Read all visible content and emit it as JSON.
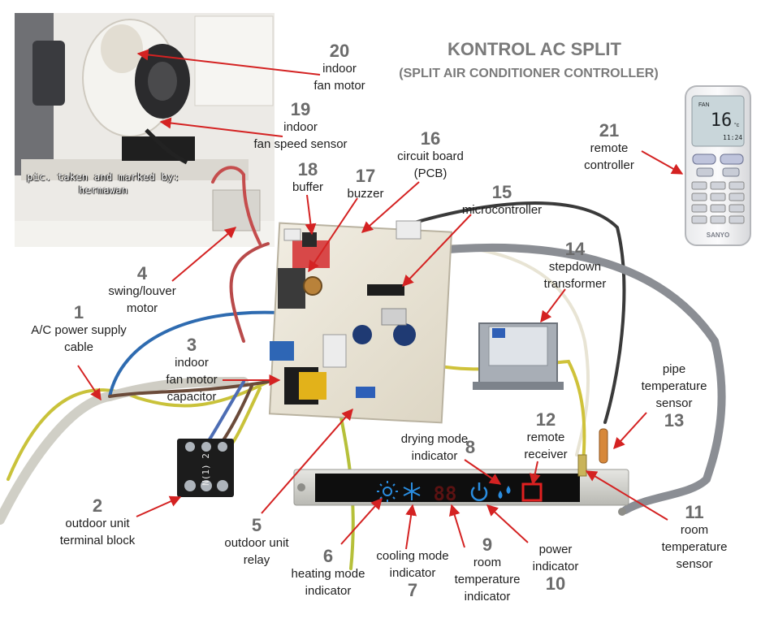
{
  "title": "KONTROL AC SPLIT",
  "subtitle": "(SPLIT AIR CONDITIONER CONTROLLER)",
  "credit": [
    "pic. taken and marked by:",
    "hermawan"
  ],
  "labels": [
    {
      "num": "1",
      "text": "A/C power supply",
      "text2": "cable"
    },
    {
      "num": "2",
      "text": "outdoor unit",
      "text2": "terminal block"
    },
    {
      "num": "3",
      "text": "indoor",
      "text2": "fan motor",
      "text3": "capacitor"
    },
    {
      "num": "4",
      "text": "swing/louver",
      "text2": "motor"
    },
    {
      "num": "5",
      "text": "outdoor unit",
      "text2": "relay"
    },
    {
      "num": "6",
      "text": "heating mode",
      "text2": "indicator"
    },
    {
      "num": "7",
      "text": "cooling mode",
      "text2": "indicator"
    },
    {
      "num": "8",
      "text": "drying mode",
      "text2": "indicator"
    },
    {
      "num": "9",
      "text": "room",
      "text2": "temperature",
      "text3": "indicator"
    },
    {
      "num": "10",
      "text": "power",
      "text2": "indicator"
    },
    {
      "num": "11",
      "text": "room",
      "text2": "temperature",
      "text3": "sensor"
    },
    {
      "num": "12",
      "text": "remote",
      "text2": "receiver"
    },
    {
      "num": "13",
      "text": "pipe",
      "text2": "temperature",
      "text3": "sensor"
    },
    {
      "num": "14",
      "text": "stepdown",
      "text2": "transformer"
    },
    {
      "num": "15",
      "text": "microcontroller"
    },
    {
      "num": "16",
      "text": "circuit board",
      "text2": "(PCB)"
    },
    {
      "num": "17",
      "text": "buzzer"
    },
    {
      "num": "18",
      "text": "buffer"
    },
    {
      "num": "19",
      "text": "indoor",
      "text2": "fan speed sensor"
    },
    {
      "num": "20",
      "text": "indoor",
      "text2": "fan motor"
    },
    {
      "num": "21",
      "text": "remote",
      "text2": "controller"
    }
  ],
  "display_panel": {
    "digits": "88"
  },
  "remote": {
    "brand": "SANYO",
    "screen_value": "16",
    "screen_unit": "°c",
    "fan_label": "FAN",
    "time": "11:24"
  },
  "terminal_block": {
    "marking": "N(1) 2"
  },
  "colors": {
    "arrow": "#d42222",
    "label_number": "#6b6b6b",
    "title": "#7a7a7a",
    "display_icon": "#2a8de0",
    "display_red": "#e02020"
  }
}
